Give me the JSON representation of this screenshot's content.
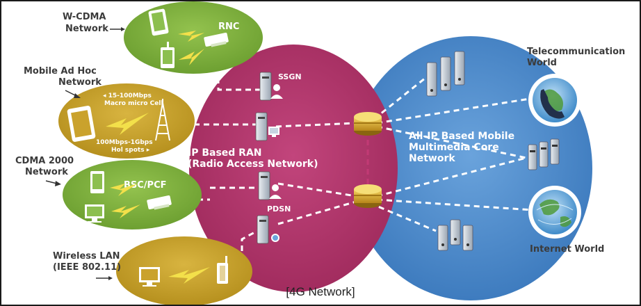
{
  "caption": "[4G Network]",
  "networks": {
    "wcdma": {
      "name_line1": "W-CDMA",
      "name_line2": "Network",
      "node": "RNC"
    },
    "adhoc": {
      "name_line1": "Mobile Ad Hoc",
      "name_line2": "Network",
      "speed1_line1": "◂ 15-100Mbps",
      "speed1_line2": "Macro micro Cell",
      "speed2_line1": "100Mbps-1Gbps",
      "speed2_line2": "Hol spots ▸"
    },
    "cdma2000": {
      "name_line1": "CDMA 2000",
      "name_line2": "Network",
      "node": "BSC/PCF"
    },
    "wlan": {
      "name_line1": "Wireless LAN",
      "name_line2": "(IEEE 802.11)"
    }
  },
  "ran": {
    "title_line1": "IP Based RAN",
    "title_line2": "(Radio Access Network)",
    "node_top": "SSGN",
    "node_bottom": "PDSN"
  },
  "core": {
    "title_line1": "All-IP Based Mobile",
    "title_line2": "Multimedia Core",
    "title_line3": "Network"
  },
  "worlds": {
    "telecom_line1": "Telecommunication",
    "telecom_line2": "World",
    "internet": "Internet World"
  },
  "colors": {
    "green": "#7cae3c",
    "gold": "#c9a227",
    "magenta": "#b1356a",
    "blue": "#4a86c6",
    "dark_blue": "#2f67ad"
  },
  "icons": [
    "tablet-icon",
    "phone-icon",
    "router-icon",
    "antenna-tower-icon",
    "monitor-icon",
    "server-icon",
    "user-icon",
    "globe-icon",
    "telephone-icon",
    "network-switch-icon",
    "lightning-icon"
  ]
}
